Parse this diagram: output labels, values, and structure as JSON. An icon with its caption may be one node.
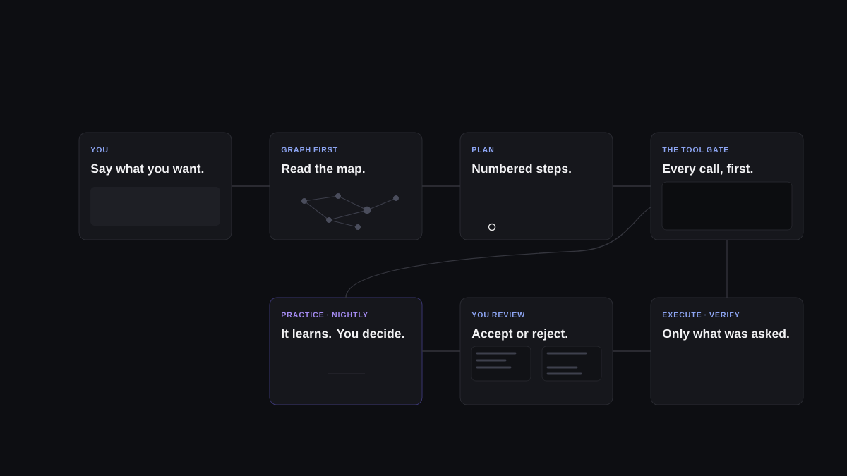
{
  "diagram": {
    "nodes": [
      {
        "text": [
          "YOU",
          "Say what you want."
        ]
      },
      {
        "text": [
          "GRAPH FIRST",
          "Read the map."
        ]
      },
      {
        "text": [
          "PLAN",
          "Numbered steps."
        ]
      },
      {
        "text": [
          "THE TOOL GATE",
          "Every call, first."
        ]
      },
      {
        "text": [
          "PRACTICE · NIGHTLY",
          "It learns. You decide."
        ]
      },
      {
        "text": [
          "YOU REVIEW",
          "Accept or reject."
        ]
      },
      {
        "text": [
          "EXECUTE · VERIFY",
          "Only what was asked."
        ]
      }
    ],
    "edges": [
      {
        "from": 0,
        "to": 1,
        "arrow": "none"
      },
      {
        "from": 1,
        "to": 2,
        "arrow": "none"
      },
      {
        "from": 2,
        "to": 3,
        "arrow": "none"
      },
      {
        "from": 3,
        "to": 6,
        "arrow": "none"
      },
      {
        "from": 6,
        "to": 5,
        "arrow": "none"
      },
      {
        "from": 5,
        "to": 4,
        "arrow": "none"
      },
      {
        "from": 4,
        "to": 3,
        "arrow": "none"
      }
    ]
  }
}
